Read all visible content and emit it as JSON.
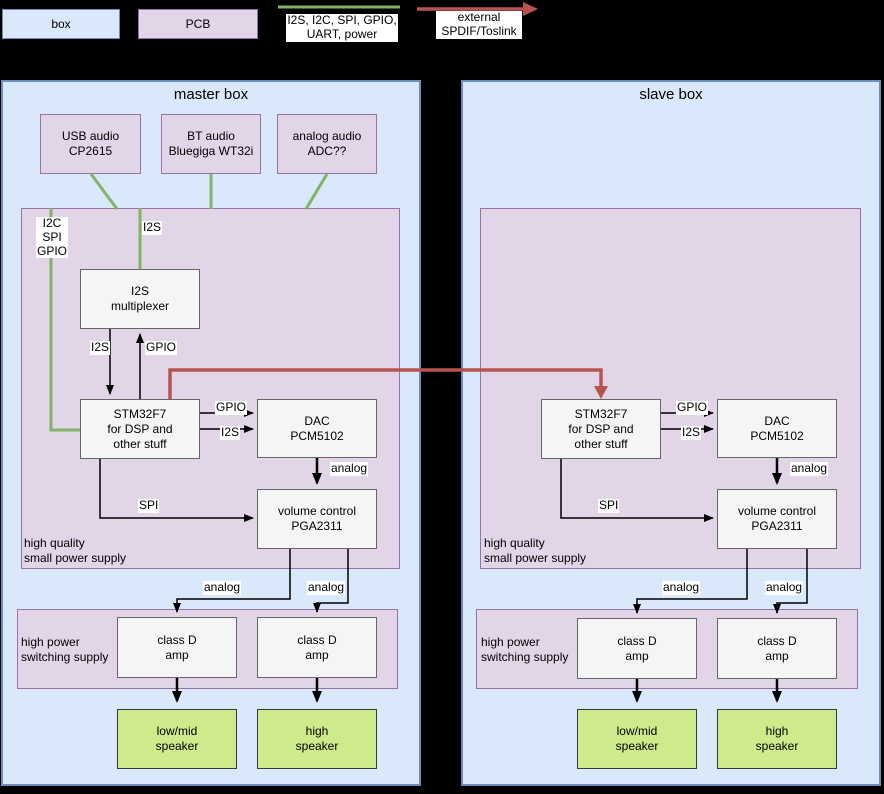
{
  "colors": {
    "background": "#000000",
    "box_fill": "#dae8fc",
    "box_border": "#6c8ebf",
    "pcb_fill": "#e1d5e7",
    "pcb_border": "#9673a6",
    "node_fill": "#f5f5f5",
    "node_border": "#666666",
    "speaker_fill": "#cdeb8b",
    "speaker_border": "#36393d",
    "wire_green": "#82b366",
    "wire_red": "#b85450",
    "wire_black": "#000000"
  },
  "legend": {
    "box": "box",
    "pcb": "PCB",
    "signal_bus": "I2S, I2C, SPI, GPIO,\nUART, power",
    "external": "external\nSPDIF/Toslink"
  },
  "master": {
    "title": "master box",
    "usb_audio": "USB audio\nCP2615",
    "bt_audio": "BT audio\nBluegiga WT32i",
    "analog_audio": "analog audio\nADC??",
    "i2s_mux": "I2S\nmultiplexer",
    "mcu": "STM32F7\nfor DSP and\nother stuff",
    "dac": "DAC\nPCM5102",
    "volume": "volume control\nPGA2311",
    "amp_left": "class D\namp",
    "amp_right": "class D\namp",
    "speaker_low": "low/mid\nspeaker",
    "speaker_high": "high\nspeaker",
    "pcb_small_label": "high quality\nsmall power supply",
    "pcb_power_label": "high power\nswitching supply",
    "wires": {
      "bus_left": "I2C\nSPI\nGPIO",
      "i2s_in": "I2S",
      "i2s_mux_to_mcu": "I2S",
      "gpio_mcu_to_mux": "GPIO",
      "gpio_mcu_to_dac": "GPIO",
      "i2s_mcu_to_dac": "I2S",
      "analog_dac": "analog",
      "spi": "SPI",
      "analog_left": "analog",
      "analog_right": "analog"
    }
  },
  "slave": {
    "title": "slave box",
    "mcu": "STM32F7\nfor DSP and\nother stuff",
    "dac": "DAC\nPCM5102",
    "volume": "volume control\nPGA2311",
    "amp_left": "class D\namp",
    "amp_right": "class D\namp",
    "speaker_low": "low/mid\nspeaker",
    "speaker_high": "high\nspeaker",
    "pcb_small_label": "high quality\nsmall power supply",
    "pcb_power_label": "high power\nswitching supply",
    "wires": {
      "gpio_mcu_to_dac": "GPIO",
      "i2s_mcu_to_dac": "I2S",
      "analog_dac": "analog",
      "spi": "SPI",
      "analog_left": "analog",
      "analog_right": "analog"
    }
  }
}
